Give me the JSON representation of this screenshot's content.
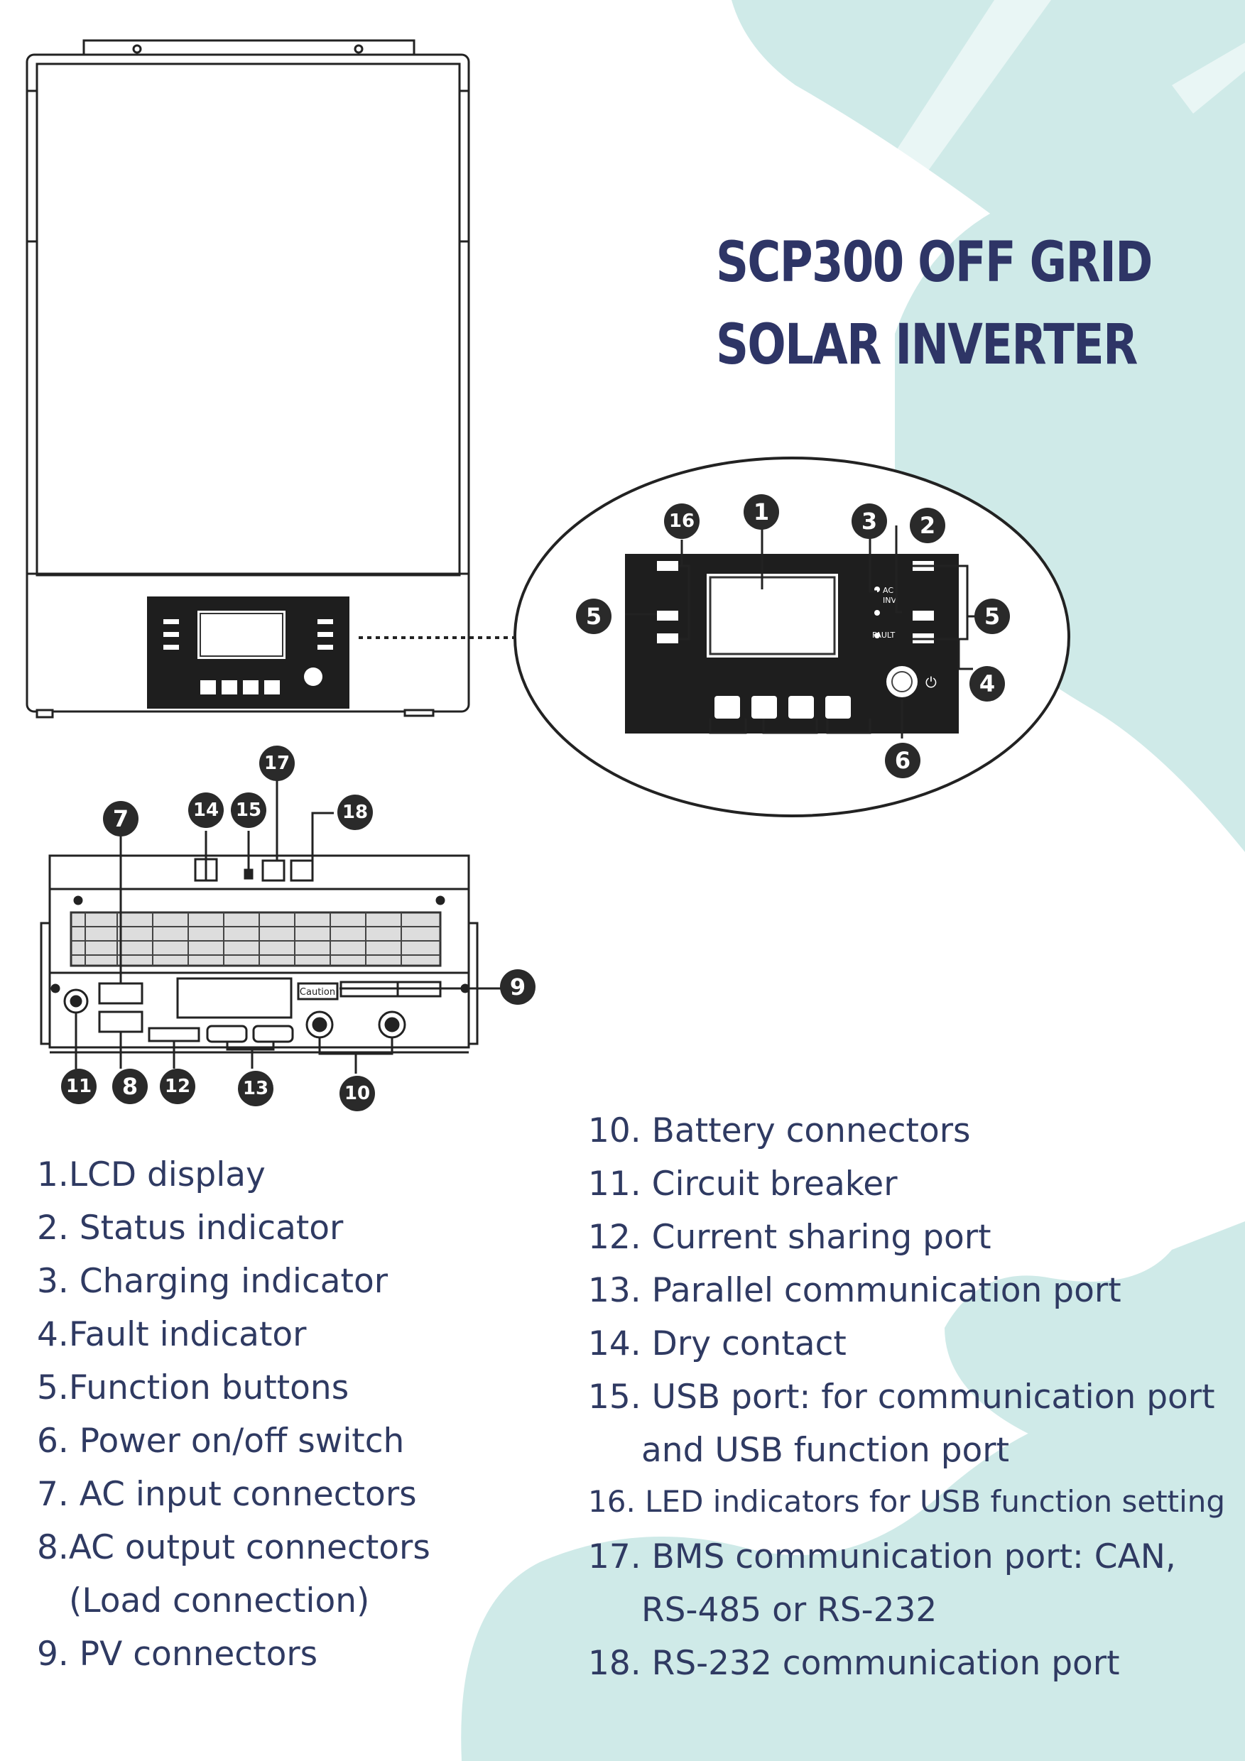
{
  "title": {
    "line1": "SCP300 OFF GRID",
    "line2": "SOLAR INVERTER"
  },
  "colors": {
    "title": "#2e3566",
    "legend_text": "#2f3a62",
    "background_shape": "#cfeae8",
    "badge": "#2a2a2a"
  },
  "badges": {
    "n1": "1",
    "n2": "2",
    "n3": "3",
    "n4": "4",
    "n5": "5",
    "n6": "6",
    "n7": "7",
    "n8": "8",
    "n9": "9",
    "n10": "10",
    "n11": "11",
    "n12": "12",
    "n13": "13",
    "n14": "14",
    "n15": "15",
    "n16": "16",
    "n17": "17",
    "n18": "18"
  },
  "panel_labels": {
    "ac": "AC",
    "inv": "INV",
    "fault": "FAULT",
    "caution": "Caution"
  },
  "legend_left": [
    "1.LCD display",
    "2. Status indicator",
    "3. Charging indicator",
    "4.Fault indicator",
    "5.Function buttons",
    "6.  Power on/off switch",
    "7. AC input connectors",
    "8.AC output connectors",
    "(Load connection)",
    "9. PV connectors"
  ],
  "legend_right": [
    "10. Battery connectors",
    "11. Circuit breaker",
    "12. Current sharing port",
    "13. Parallel communication port",
    "14. Dry contact",
    "15. USB port: for communication port",
    "and USB function port",
    "16. LED indicators for USB function setting",
    "17. BMS communication port: CAN,",
    "RS-485 or RS-232",
    "18. RS-232 communication port"
  ]
}
